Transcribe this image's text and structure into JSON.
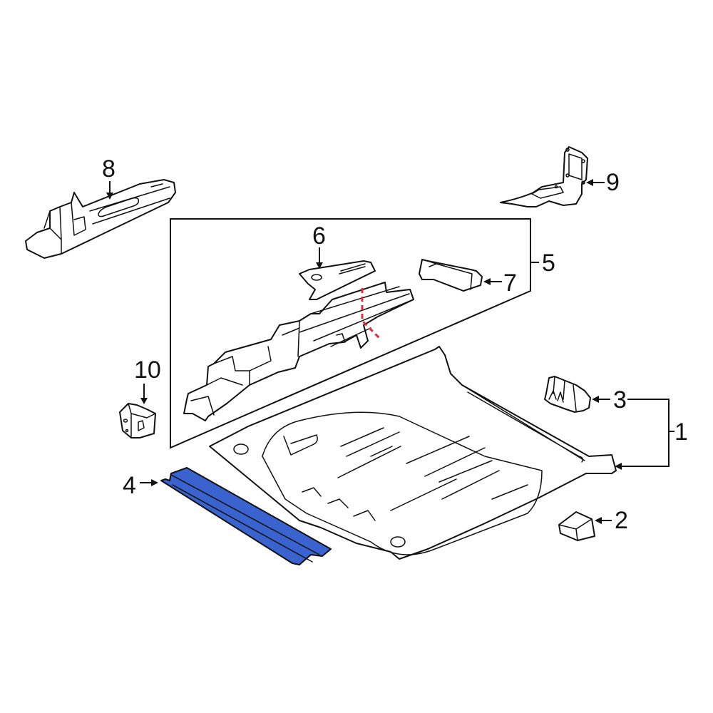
{
  "diagram": {
    "title": "Floor pan and rails exploded parts diagram",
    "highlight_color": "#3a63cf",
    "cut_line_color": "#d8303a",
    "line_color": "#111111",
    "background_color": "#ffffff",
    "callouts": [
      {
        "number": "1",
        "part": "floor-pan"
      },
      {
        "number": "2",
        "part": "plug"
      },
      {
        "number": "3",
        "part": "bracket"
      },
      {
        "number": "4",
        "part": "floor-crossmember",
        "highlighted": true
      },
      {
        "number": "5",
        "part": "rail-assembly-group"
      },
      {
        "number": "6",
        "part": "rail-reinforcement"
      },
      {
        "number": "7",
        "part": "rail-extension"
      },
      {
        "number": "8",
        "part": "side-sill-reinforcement"
      },
      {
        "number": "9",
        "part": "mounting-bracket"
      },
      {
        "number": "10",
        "part": "small-bracket"
      }
    ]
  }
}
